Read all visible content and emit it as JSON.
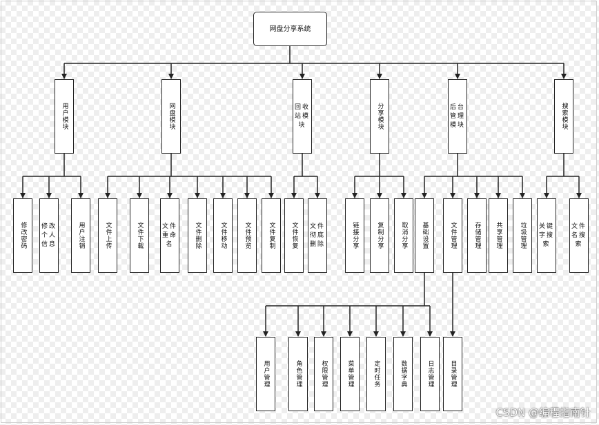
{
  "root": "网盘分享系统",
  "modules": {
    "user": "用户模块",
    "disk": "网盘模块",
    "recycle": "回收站模块",
    "share": "分享模块",
    "admin": "后台管理模块",
    "search": "搜索模块"
  },
  "user_items": [
    "修改密码",
    "修改个人信息",
    "用户注销"
  ],
  "disk_items": [
    "文件上传",
    "文件下载",
    "文件重命名",
    "文件删除",
    "文件移动",
    "文件预览",
    "文件复制"
  ],
  "recycle_items": [
    "文件恢复",
    "文件彻底删除"
  ],
  "share_items": [
    "链接分享",
    "复制分享",
    "取消分享"
  ],
  "admin_items": [
    "基础设置",
    "文件管理",
    "存储管理",
    "共享管理",
    "垃圾管理"
  ],
  "search_items": [
    "关键字搜索",
    "文件名搜索"
  ],
  "basic_items": [
    "用户管理",
    "角色管理",
    "权限管理",
    "菜单管理",
    "定时任务",
    "数据字典",
    "日志管理"
  ],
  "file_mgmt_items": [
    "目录管理"
  ],
  "watermark": "CSDN @编程指南针"
}
